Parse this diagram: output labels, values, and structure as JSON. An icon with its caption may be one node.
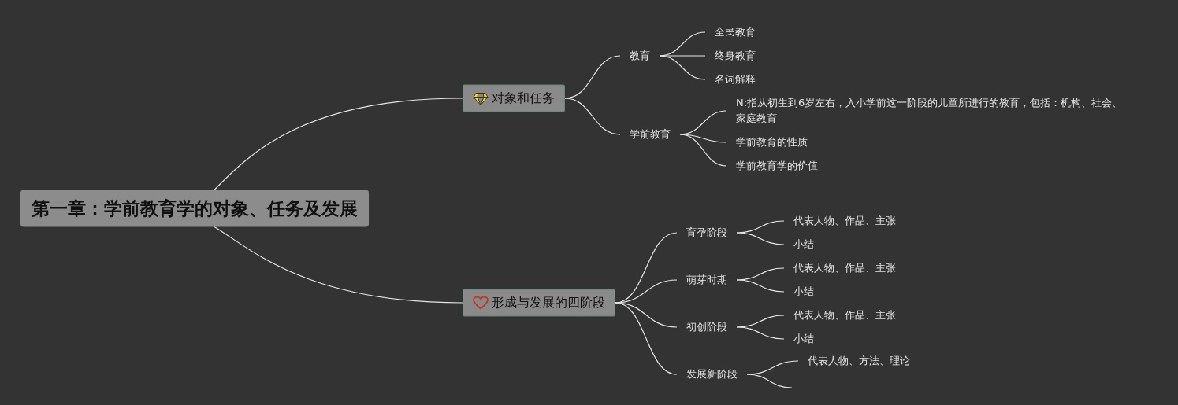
{
  "diagram": {
    "nodes": [
      {
        "text": [
          "第一章：学前教育学的对象、任务及发展"
        ]
      },
      {
        "text": [
          "对象和任务"
        ]
      },
      {
        "text": [
          "教育"
        ]
      },
      {
        "text": [
          "全民教育"
        ]
      },
      {
        "text": [
          "终身教育"
        ]
      },
      {
        "text": [
          "名词解释"
        ]
      },
      {
        "text": [
          "学前教育"
        ]
      },
      {
        "text": [
          "N:指从初生到6岁左右，入小学前这一阶段的儿童所进行的教育，包括：机构、社会、家庭教育"
        ]
      },
      {
        "text": [
          "学前教育的性质"
        ]
      },
      {
        "text": [
          "学前教育学的价值"
        ]
      },
      {
        "text": [
          "形成与发展的四阶段"
        ]
      },
      {
        "text": [
          "育孕阶段"
        ]
      },
      {
        "text": [
          "代表人物、作品、主张"
        ]
      },
      {
        "text": [
          "小结"
        ]
      },
      {
        "text": [
          "萌芽时期"
        ]
      },
      {
        "text": [
          "代表人物、作品、主张"
        ]
      },
      {
        "text": [
          "小结"
        ]
      },
      {
        "text": [
          "初创阶段"
        ]
      },
      {
        "text": [
          "代表人物、作品、主张"
        ]
      },
      {
        "text": [
          "小结"
        ]
      },
      {
        "text": [
          "发展新阶段"
        ]
      },
      {
        "text": [
          "代表人物、方法、理论"
        ]
      }
    ],
    "edges": [
      {
        "from": 0,
        "to": 1,
        "arrow": "none"
      },
      {
        "from": 0,
        "to": 10,
        "arrow": "none"
      },
      {
        "from": 1,
        "to": 2,
        "arrow": "none"
      },
      {
        "from": 2,
        "to": 3,
        "arrow": "none"
      },
      {
        "from": 2,
        "to": 4,
        "arrow": "none"
      },
      {
        "from": 2,
        "to": 5,
        "arrow": "none"
      },
      {
        "from": 1,
        "to": 6,
        "arrow": "none"
      },
      {
        "from": 6,
        "to": 7,
        "arrow": "none"
      },
      {
        "from": 6,
        "to": 8,
        "arrow": "none"
      },
      {
        "from": 6,
        "to": 9,
        "arrow": "none"
      },
      {
        "from": 10,
        "to": 11,
        "arrow": "none"
      },
      {
        "from": 11,
        "to": 12,
        "arrow": "none"
      },
      {
        "from": 11,
        "to": 13,
        "arrow": "none"
      },
      {
        "from": 10,
        "to": 14,
        "arrow": "none"
      },
      {
        "from": 14,
        "to": 15,
        "arrow": "none"
      },
      {
        "from": 14,
        "to": 16,
        "arrow": "none"
      },
      {
        "from": 10,
        "to": 17,
        "arrow": "none"
      },
      {
        "from": 17,
        "to": 18,
        "arrow": "none"
      },
      {
        "from": 17,
        "to": 19,
        "arrow": "none"
      },
      {
        "from": 10,
        "to": 20,
        "arrow": "none"
      },
      {
        "from": 20,
        "to": 21,
        "arrow": "none"
      },
      {
        "from": 20,
        "to": null,
        "arrow": "none"
      }
    ]
  }
}
